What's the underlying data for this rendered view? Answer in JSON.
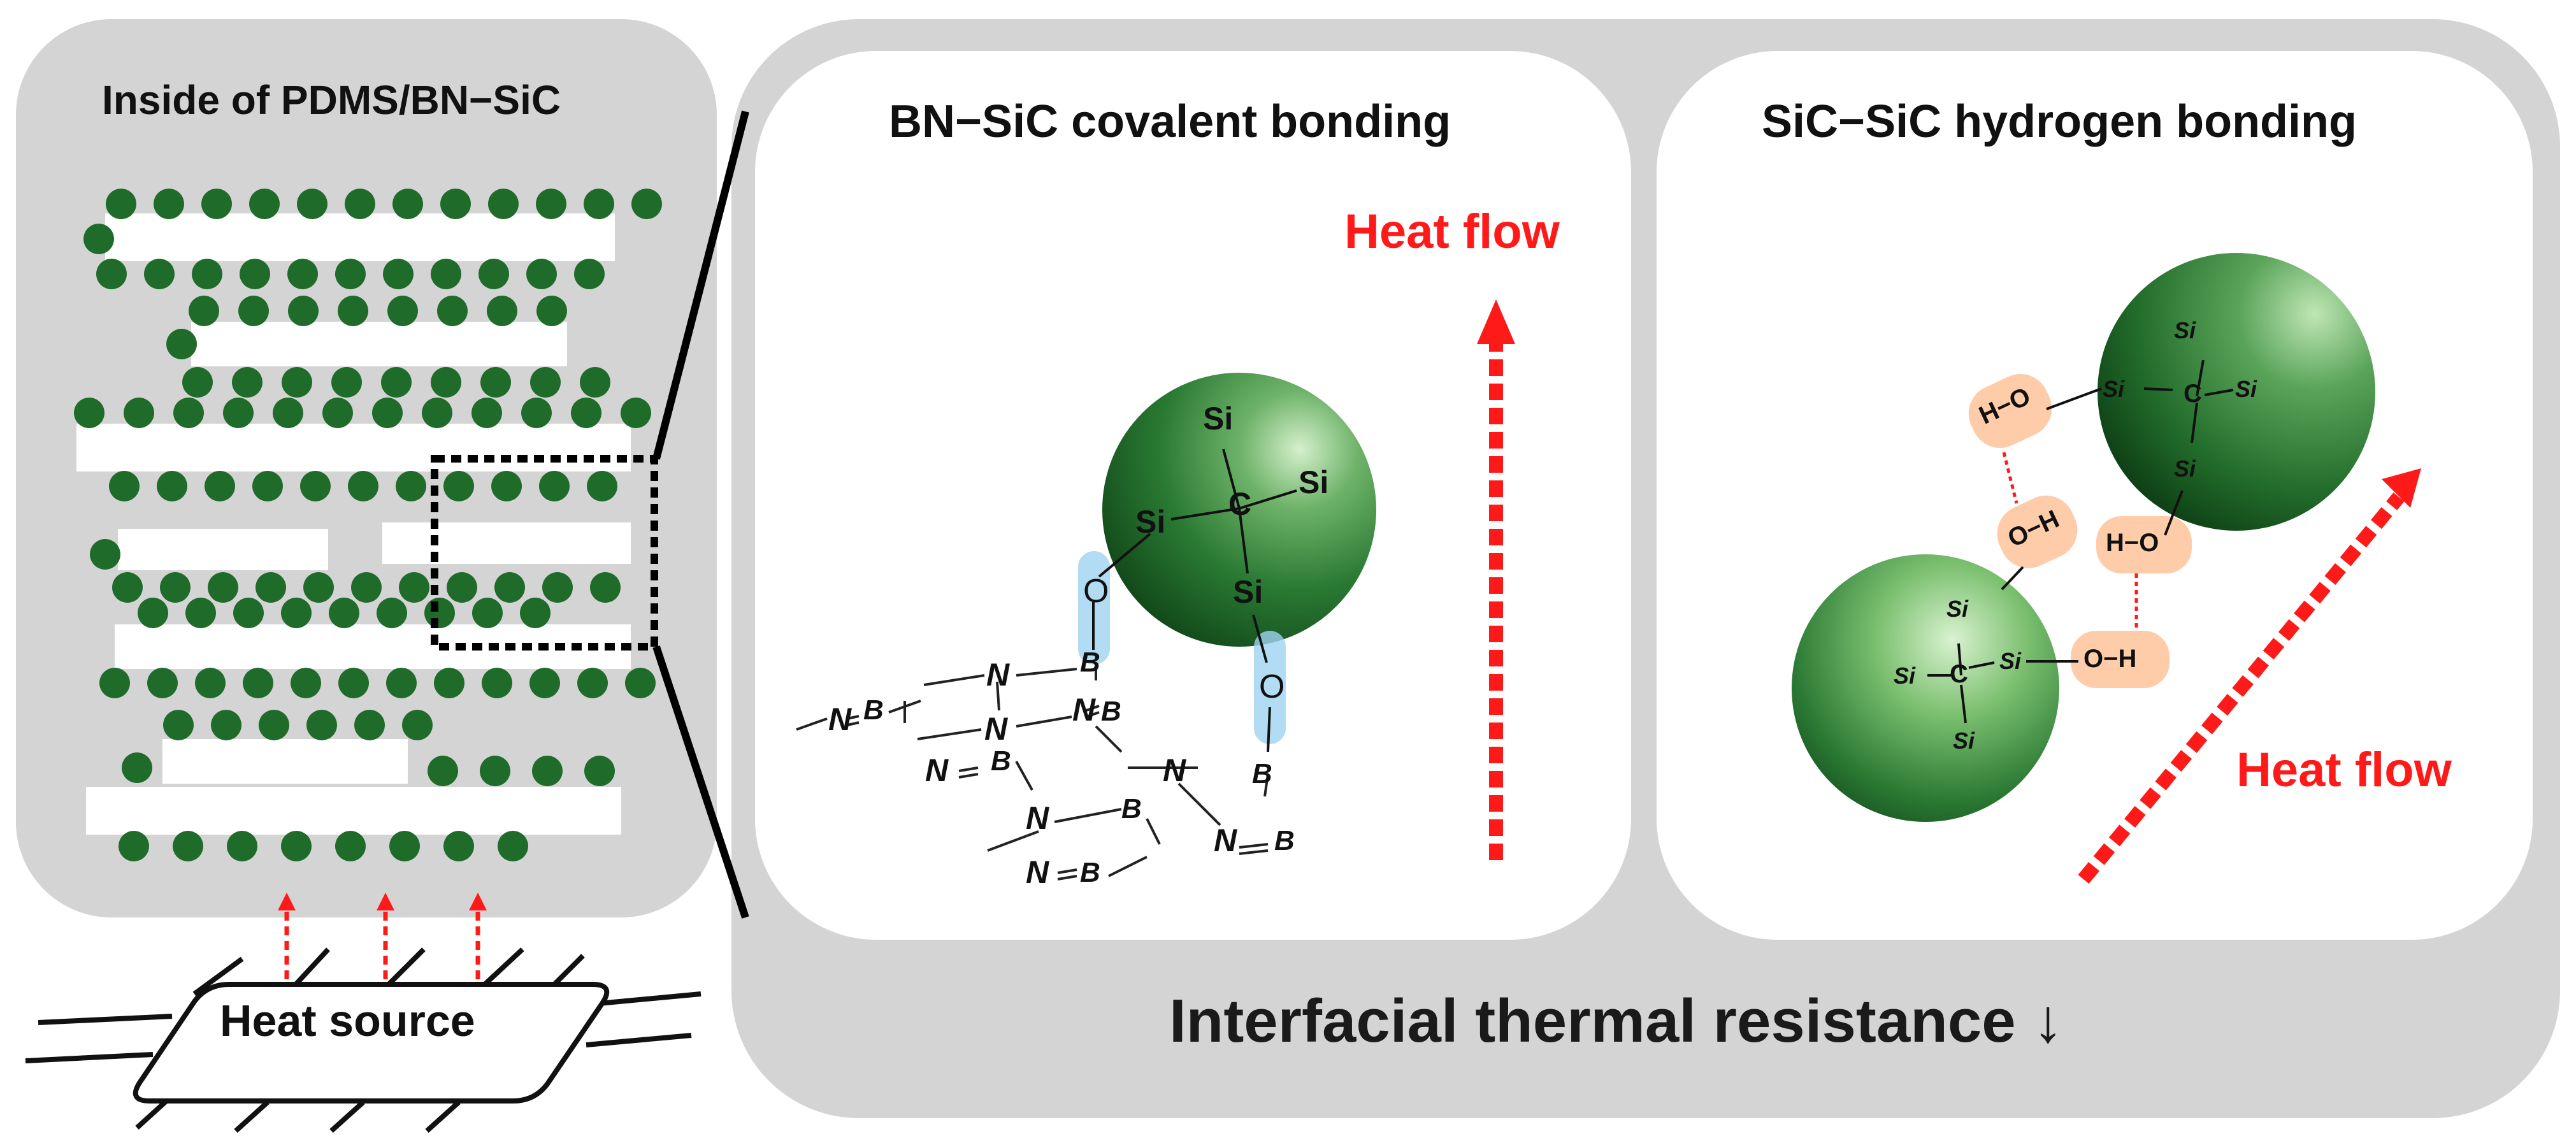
{
  "left_panel": {
    "title": "Inside of PDMS/BN−SiC",
    "heat_source_label": "Heat source"
  },
  "covalent_panel": {
    "title": "BN−SiC covalent bonding",
    "heat_flow_label": "Heat flow",
    "sic_atoms": {
      "center": "C",
      "top": "Si",
      "right": "Si",
      "left": "Si",
      "bottom": "Si"
    },
    "oxygen": "O",
    "bn_boron": "B",
    "bn_nitrogen": "N"
  },
  "hydrogen_panel": {
    "title": "SiC−SiC hydrogen bonding",
    "heat_flow_label": "Heat flow",
    "silicon": "Si",
    "carbon": "C",
    "hydroxyl": "O−H",
    "hydroxyl_inverted": "H−O"
  },
  "footer": {
    "caption": "Interfacial thermal resistance ↓"
  },
  "colors": {
    "panel_gray": "#d4d4d4",
    "sphere_green": "#1f6b2a",
    "heat_red": "#ff1a1a",
    "oxygen_glow_blue": "#9fd3f0",
    "oh_glow_orange": "#ffc39a"
  }
}
